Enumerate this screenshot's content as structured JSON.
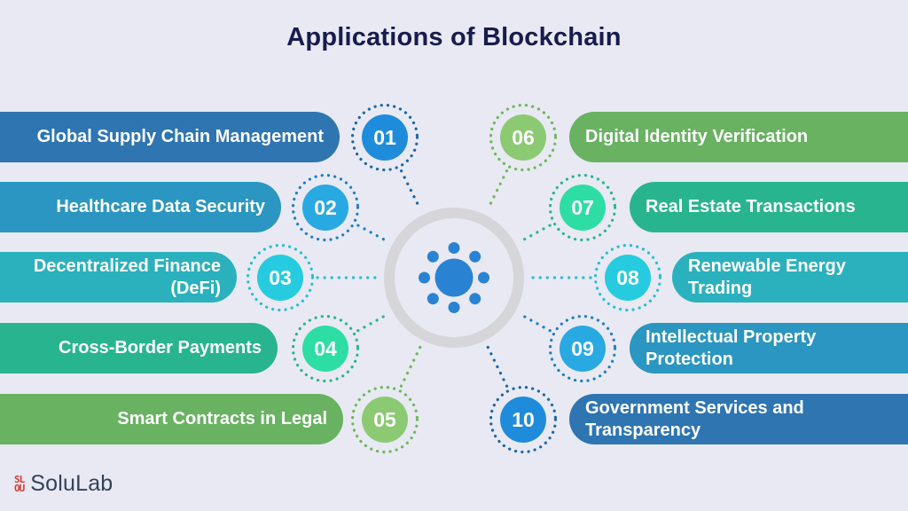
{
  "title": "Applications of Blockchain",
  "background_color": "#e8e9f2",
  "title_color": "#171b4d",
  "hub": {
    "name": "blockchain-network-hub",
    "ring_color": "#d5d5da",
    "core_color": "#2a82d3"
  },
  "items": [
    {
      "number": "01",
      "label": "Global Supply Chain Management",
      "side": "left",
      "bar_color": "#2e75b2",
      "circle_color": "#1f8cdb",
      "dot_color": "#1b64a8"
    },
    {
      "number": "02",
      "label": "Healthcare Data Security",
      "side": "left",
      "bar_color": "#2a96c1",
      "circle_color": "#29a9e2",
      "dot_color": "#1e7ec2"
    },
    {
      "number": "03",
      "label": "Decentralized Finance (DeFi)",
      "side": "left",
      "bar_color": "#2ab1bd",
      "circle_color": "#26cbdf",
      "dot_color": "#26bed2"
    },
    {
      "number": "04",
      "label": "Cross-Border Payments",
      "side": "left",
      "bar_color": "#29b490",
      "circle_color": "#2edda4",
      "dot_color": "#29b490"
    },
    {
      "number": "05",
      "label": "Smart Contracts in Legal",
      "side": "left",
      "bar_color": "#68b261",
      "circle_color": "#8cc973",
      "dot_color": "#6db75a"
    },
    {
      "number": "06",
      "label": "Digital Identity Verification",
      "side": "right",
      "bar_color": "#68b261",
      "circle_color": "#8cc973",
      "dot_color": "#6db75a"
    },
    {
      "number": "07",
      "label": "Real Estate Transactions",
      "side": "right",
      "bar_color": "#29b490",
      "circle_color": "#2edda4",
      "dot_color": "#29b490"
    },
    {
      "number": "08",
      "label": "Renewable Energy Trading",
      "side": "right",
      "bar_color": "#2ab1bd",
      "circle_color": "#26cbdf",
      "dot_color": "#26bed2"
    },
    {
      "number": "09",
      "label": "Intellectual Property Protection",
      "side": "right",
      "bar_color": "#2a96c1",
      "circle_color": "#29a9e2",
      "dot_color": "#1e7ec2"
    },
    {
      "number": "10",
      "label": "Government Services and Transparency",
      "side": "right",
      "bar_color": "#2e75b2",
      "circle_color": "#1f8cdb",
      "dot_color": "#1b64a8"
    }
  ],
  "logo": {
    "text": "SoluLab",
    "icon_line1": "SL",
    "icon_line2": "OU",
    "icon_color": "#d63a32",
    "text_color": "#33415c"
  }
}
